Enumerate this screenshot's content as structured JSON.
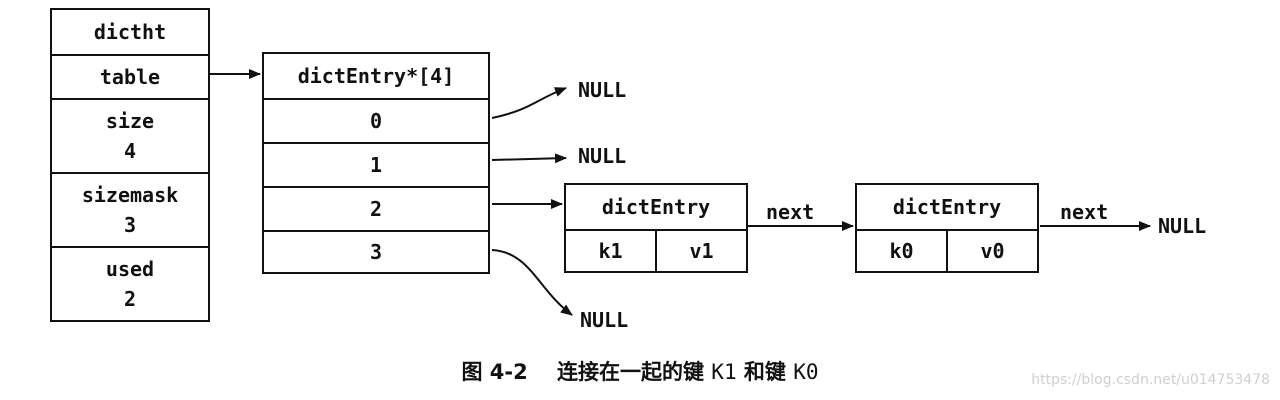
{
  "dictht": {
    "header": "dictht",
    "table": "table",
    "size_label": "size",
    "size_value": "4",
    "sizemask_label": "sizemask",
    "sizemask_value": "3",
    "used_label": "used",
    "used_value": "2"
  },
  "table_array": {
    "header": "dictEntry*[4]",
    "slots": [
      "0",
      "1",
      "2",
      "3"
    ]
  },
  "entry_k1": {
    "header": "dictEntry",
    "key": "k1",
    "value": "v1"
  },
  "entry_k0": {
    "header": "dictEntry",
    "key": "k0",
    "value": "v0"
  },
  "labels": {
    "null_0": "NULL",
    "null_1": "NULL",
    "null_3": "NULL",
    "null_end": "NULL",
    "next_1": "next",
    "next_2": "next"
  },
  "caption": {
    "figure": "图 4-2",
    "text_a": "连接在一起的键",
    "k1": "K1",
    "text_b": "和键",
    "k0": "K0"
  },
  "watermark": "https://blog.csdn.net/u014753478"
}
